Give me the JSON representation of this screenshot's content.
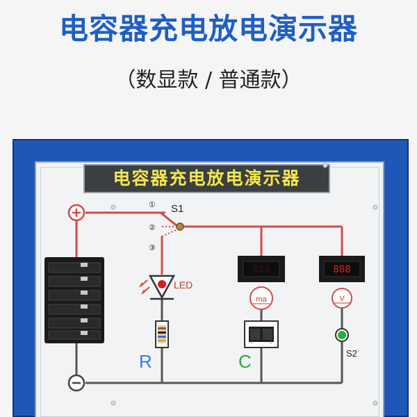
{
  "header": {
    "title": "电容器充电放电演示器",
    "subtitle": "（数显款 / 普通款）"
  },
  "panel": {
    "label": "电容器充电放电演示器"
  },
  "circuit": {
    "switch1_label": "S1",
    "switch1_positions": [
      "①",
      "②",
      "③"
    ],
    "led_label": "LED",
    "resistor_label": "R",
    "capacitor_label": "C",
    "switch2_label": "S2",
    "ammeter_unit": "ma",
    "voltmeter_unit": "V",
    "positive_symbol": "+",
    "negative_symbol": "−"
  },
  "colors": {
    "title": "#1d5fc4",
    "frame": "#1f57b8",
    "wire": "#d44a4a",
    "ground_wire": "#555555",
    "panel_text": "#f2e84a",
    "resistor_label": "#2f7de0",
    "capacitor_label": "#2ea84a",
    "s2_button": "#27b13a"
  }
}
